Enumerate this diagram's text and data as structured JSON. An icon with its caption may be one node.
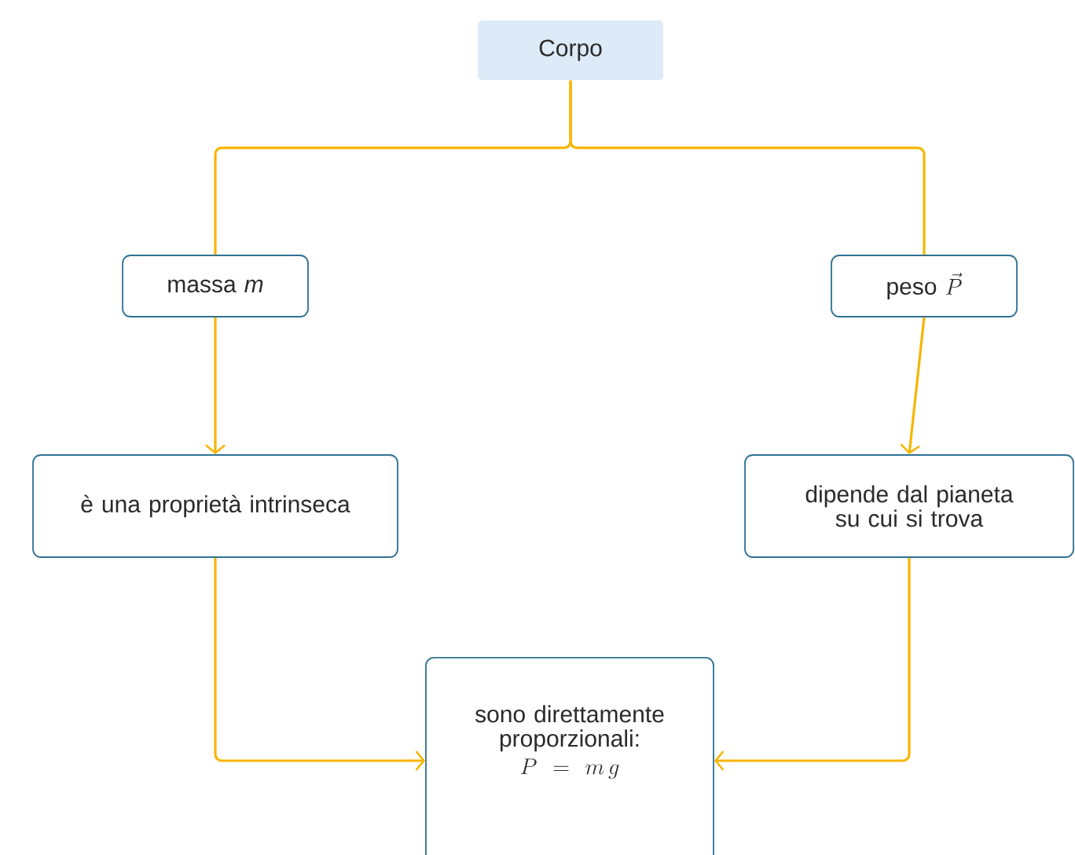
{
  "diagram": {
    "nodes": [
      {
        "text": [
          "Corpo"
        ]
      },
      {
        "text": [
          "massa *m*"
        ]
      },
      {
        "text": [
          "peso",
          "\\vec{P}"
        ]
      },
      {
        "text": [
          "è una proprietà intrinseca"
        ]
      },
      {
        "text": [
          "dipende dal pianeta su cui si trova"
        ]
      },
      {
        "text": [
          "sono direttamente proporzionali:",
          "P = m\\,g"
        ]
      }
    ],
    "edges": [
      {
        "from": 0,
        "to": 1,
        "arrow": "none"
      },
      {
        "from": 0,
        "to": 2,
        "arrow": "none"
      },
      {
        "from": 1,
        "to": 3,
        "arrow": "to"
      },
      {
        "from": 2,
        "to": 4,
        "arrow": "to"
      },
      {
        "from": 3,
        "to": 5,
        "arrow": "to"
      },
      {
        "from": 4,
        "to": 5,
        "arrow": "to"
      }
    ]
  }
}
